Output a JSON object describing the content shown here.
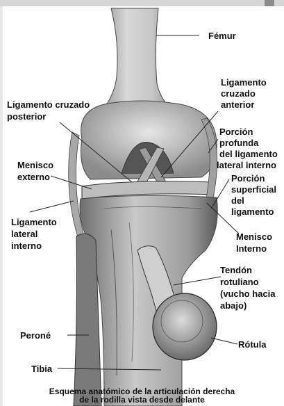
{
  "labels": {
    "femur": "Fémur",
    "lig_cruzado_anterior": [
      "Ligamento",
      "cruzado",
      "anterior"
    ],
    "lig_cruzado_posterior": [
      "Ligamento cruzado",
      "posterior"
    ],
    "porcion_profunda": [
      "Porción",
      "profunda",
      "del ligamento",
      "lateral interno"
    ],
    "menisco_externo": [
      "Menisco",
      "externo"
    ],
    "porcion_superficial": [
      "Porción",
      "superficial",
      "del",
      "ligamento"
    ],
    "lig_lateral_interno": [
      "Ligamento",
      "lateral",
      "interno"
    ],
    "menisco_interno": [
      "Menisco",
      "Interno"
    ],
    "tendon_rotuliano": [
      "Tendón",
      "rotuliano",
      "(vucho hacia",
      "abajo)"
    ],
    "perone": "Peroné",
    "rotula": "Rótula",
    "tibia": "Tibia"
  },
  "caption": [
    "Esquema anatómico de la articulación derecha",
    "de la rodilla vista desde delante"
  ]
}
